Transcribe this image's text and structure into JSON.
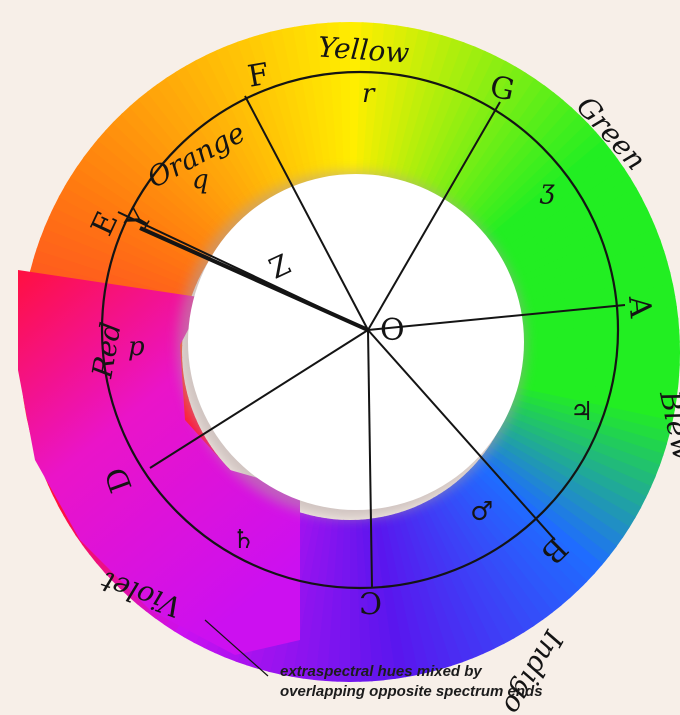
{
  "diagram": {
    "caption_line1": "extraspectral hues mixed by",
    "caption_line2": "overlapping opposite spectrum ends",
    "colors": {
      "red": "#ff1040",
      "orange": "#ff7a10",
      "yellow": "#ffee00",
      "green": "#22ee22",
      "blue": "#1f6cff",
      "indigo": "#5a16ee",
      "violet": "#cc10f0",
      "magenta": "#ea14c8",
      "ink": "#141414",
      "background": "#f7efe8"
    },
    "color_names": [
      {
        "key": "yellow",
        "text": "Yellow",
        "mark": "r"
      },
      {
        "key": "green",
        "text": "Green",
        "mark": "ʒ"
      },
      {
        "key": "blew",
        "text": "Blew",
        "mark": "♃"
      },
      {
        "key": "indigo",
        "text": "Indigo",
        "mark": "♂"
      },
      {
        "key": "violet",
        "text": "Violet",
        "mark": "♄"
      },
      {
        "key": "red",
        "text": "Red",
        "mark": "p"
      },
      {
        "key": "orange",
        "text": "Orange",
        "mark": "q"
      }
    ],
    "letters": {
      "F": "F",
      "G": "G",
      "A": "A",
      "B": "B",
      "C": "C",
      "D": "D",
      "E": "E",
      "Y": "Y",
      "Z": "Z",
      "O": "O"
    }
  }
}
